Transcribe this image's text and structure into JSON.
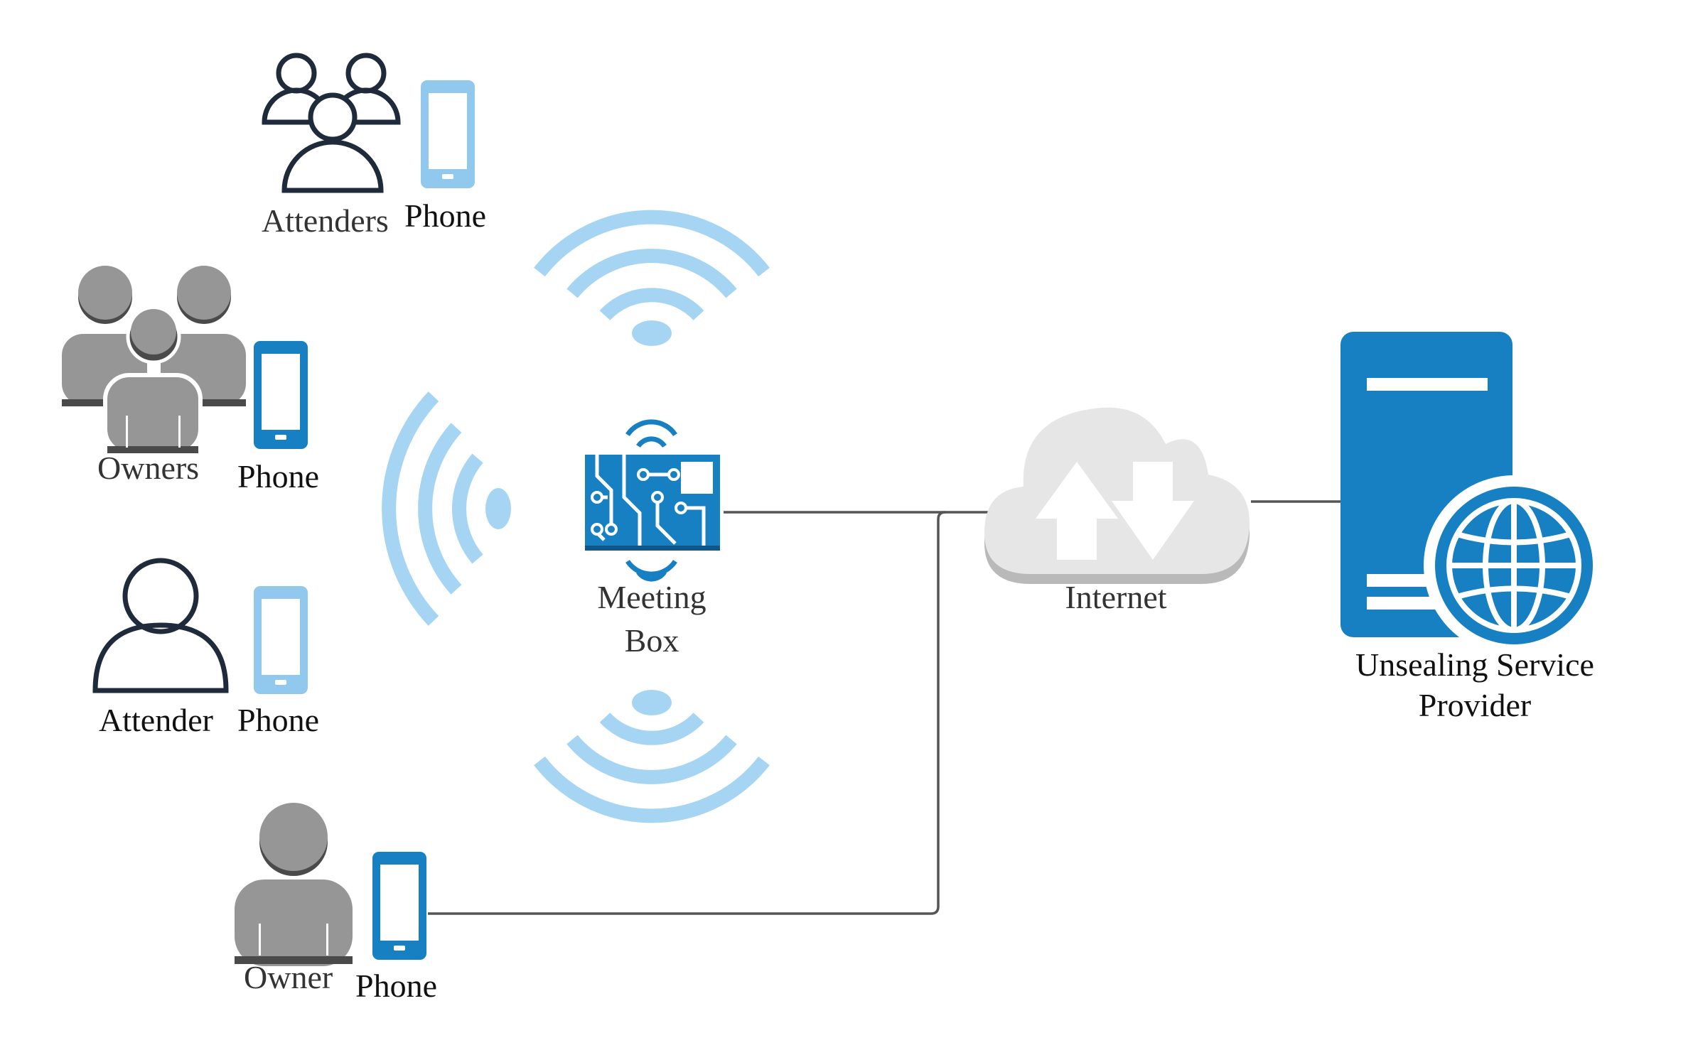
{
  "labels": {
    "attenders": "Attenders",
    "attenders_phone": "Phone",
    "owners": "Owners",
    "owners_phone": "Phone",
    "attender": "Attender",
    "attender_phone": "Phone",
    "owner": "Owner",
    "owner_phone": "Phone",
    "meeting_box_line1": "Meeting",
    "meeting_box_line2": "Box",
    "internet": "Internet",
    "provider_line1": "Unsealing Service",
    "provider_line2": "Provider"
  },
  "icons": {
    "attenders": "users-outline-icon",
    "owners": "users-filled-icon",
    "attender": "user-outline-icon",
    "owner": "user-filled-icon",
    "phone": "smartphone-icon",
    "wifi": "wifi-signal-icon",
    "meeting_box": "circuit-board-icon",
    "internet": "cloud-upload-download-icon",
    "server": "server-icon",
    "globe": "globe-icon"
  },
  "colors": {
    "dark_blue": "#1680c2",
    "light_blue": "#90c8ee",
    "wifi_blue": "#a6d5f4",
    "person_outline": "#1f2a3a",
    "person_grey": "#969696",
    "person_grey_shadow": "#4a4a4a",
    "cloud": "#e6e6e6",
    "cloud_shadow": "#b9b9b9",
    "line": "#555555"
  }
}
